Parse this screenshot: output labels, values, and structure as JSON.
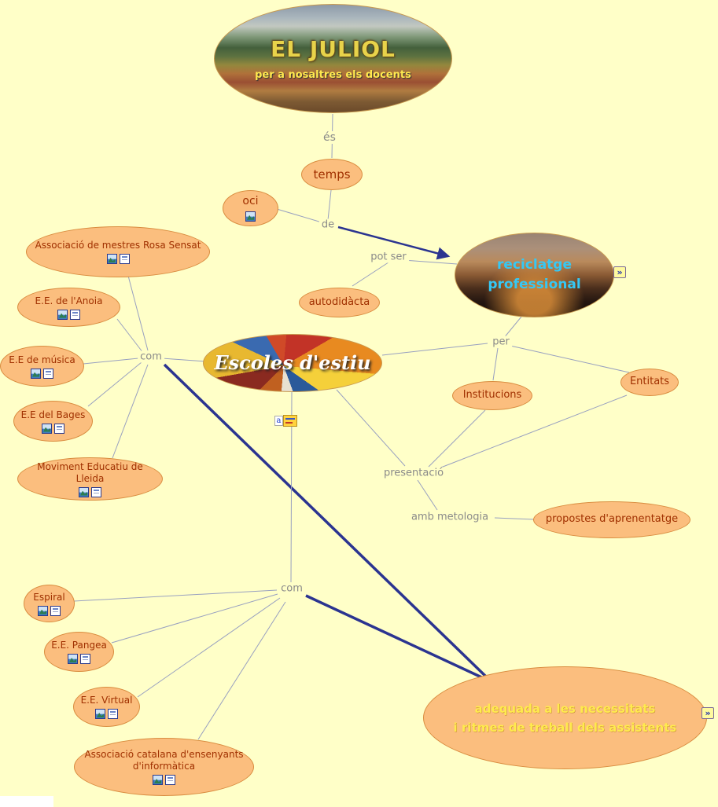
{
  "root_node": {
    "title": "EL JULIOL",
    "subtitle": "per  a nosaltres  els docents"
  },
  "links": {
    "es": "és",
    "de": "de",
    "pot_ser": "pot ser",
    "com_left": "com",
    "per": "per",
    "presentacio": "presentació",
    "amb_metologia": "amb metologia",
    "com_bottom": "com"
  },
  "nodes": {
    "temps": "temps",
    "oci": "oci",
    "reciclatge": {
      "line1": "reciclatge",
      "line2": "professional"
    },
    "autodidacta": "autodidàcta",
    "rosa_sensat": "Associació de mestres Rosa Sensat",
    "anoia": "E.E. de l'Anoia",
    "musica": "E.E de música",
    "bages": "E.E del Bages",
    "lleida": "Moviment Educatiu de Lleida",
    "escoles": "Escoles d'estiu",
    "institucions": "Institucions",
    "entitats": "Entitats",
    "propostes": "propostes d'aprenentatge",
    "espiral": "Espiral",
    "pangea": "E.E. Pangea",
    "virtual": "E.E. Virtual",
    "acei": "Associació catalana d'ensenyants d'informàtica",
    "adequada": {
      "line1": "adequada a les necessitats",
      "line2": "i ritmes de treball dels assistents"
    }
  },
  "icons": {
    "expand": "»",
    "annotation_letter": "a",
    "image_icon": "image-resource",
    "document_icon": "text-resource"
  },
  "colors": {
    "background": "#FFFFC8",
    "node_fill": "#FBBE7E",
    "node_border": "#D98C3F",
    "node_text": "#A03000",
    "link_label": "#8A8A8A",
    "thin_line": "#98A0C0",
    "thick_line": "#2B3490",
    "reciclatge_text": "#35C8F5",
    "adequada_text": "#FFEB4D",
    "title_text": "#E8D34A"
  }
}
